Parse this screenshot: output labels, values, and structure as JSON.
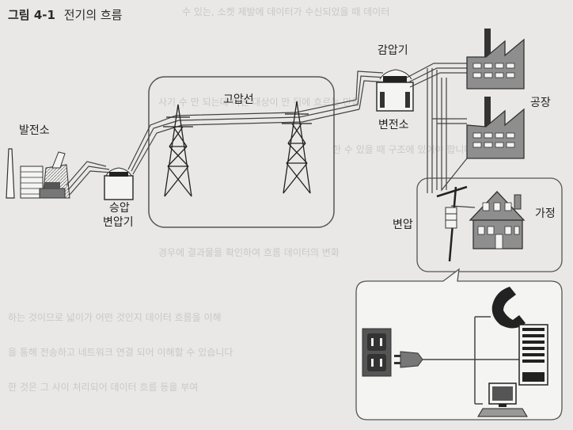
{
  "figure": {
    "number": "그림 4-1",
    "title": "전기의 흐름"
  },
  "labels": {
    "power_plant": "발전소",
    "step_up_line1": "승압",
    "step_up_line2": "변압기",
    "high_voltage_line": "고압선",
    "step_down": "감압기",
    "substation": "변전소",
    "factory": "공장",
    "home": "가정",
    "transformer": "변압"
  },
  "colors": {
    "background": "#e9e8e6",
    "line": "#333333",
    "building": "#8e8e8e",
    "box_fill": "#f4f4f2"
  },
  "icons": [
    "power-plant-icon",
    "transformer-icon",
    "transmission-tower-icon",
    "factory-icon",
    "house-icon",
    "outlet-icon",
    "plug-icon",
    "telephone-icon",
    "server-icon",
    "computer-icon"
  ]
}
